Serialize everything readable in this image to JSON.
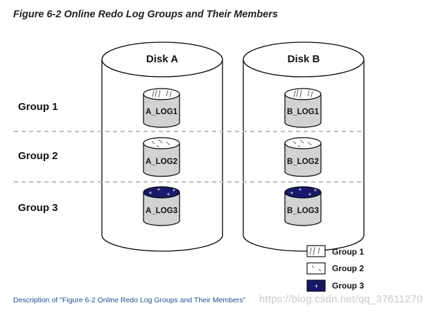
{
  "figure_title": "Figure 6-2 Online Redo Log Groups and Their Members",
  "disks": [
    {
      "label": "Disk A",
      "logs": [
        "A_LOG1",
        "A_LOG2",
        "A_LOG3"
      ]
    },
    {
      "label": "Disk B",
      "logs": [
        "B_LOG1",
        "B_LOG2",
        "B_LOG3"
      ]
    }
  ],
  "groups": [
    "Group 1",
    "Group 2",
    "Group 3"
  ],
  "legend": [
    {
      "label": "Group 1",
      "pattern": "vertical-hatch"
    },
    {
      "label": "Group 2",
      "pattern": "sparse-hatch"
    },
    {
      "label": "Group 3",
      "pattern": "dark-stars"
    }
  ],
  "colors": {
    "group3_fill": "#17196b",
    "disk_stroke": "#000000",
    "log_body": "#d2d2d2",
    "separator": "#bdbdbd",
    "link": "#1f4e93"
  },
  "description_link": "Description of \"Figure 6-2 Online Redo Log Groups and Their Members\"",
  "watermark": "https://blog.csdn.net/qq_37611270"
}
